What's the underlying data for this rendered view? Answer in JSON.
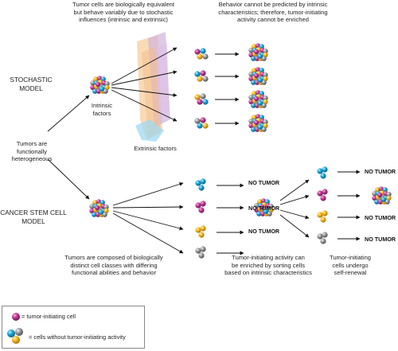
{
  "captions": {
    "top_left": [
      "Tumor cells are biologically equivalent",
      "but behave variably due to stochastic",
      "influences (intrinsic and extrinsic)"
    ],
    "top_right": [
      "Behavior cannot be predicted by intrinsic",
      "characteristics; therefore, tumor-initiating",
      "activity cannot be enriched"
    ],
    "stochastic_model": [
      "STOCHASTIC",
      "MODEL"
    ],
    "intrinsic_factors": [
      "Intrinsic",
      "factors"
    ],
    "extrinsic_factors": "Extrinsic factors",
    "tumors_heterogeneous": [
      "Tumors are",
      "functionally",
      "heterogeneous"
    ],
    "csc_model": [
      "CANCER STEM CELL",
      "MODEL"
    ],
    "bottom_left": [
      "Tumors are composed of biologically",
      "distinct cell classes with differing",
      "functional abilities and behavior"
    ],
    "bottom_middle": [
      "Tumor-initiating activity can",
      "be enriched by sorting cells",
      "based on intrinsic characteristics"
    ],
    "bottom_right": [
      "Tumor-initiating",
      "cells undergo",
      "self-renewal"
    ]
  },
  "labels": {
    "no_tumor": "NO TUMOR"
  },
  "legend": {
    "tumor_initiating": "= tumor-initiating cell",
    "non_initiating": "= cells without tumor-initiating activity"
  },
  "colors": {
    "magenta": "#b4308c",
    "blue": "#1aa6d6",
    "yellow": "#f3b81d",
    "gray": "#9a9a9a",
    "extrinsic_orange": "#f6c68c",
    "extrinsic_purple": "#c9a6d6",
    "extrinsic_blue": "#8fd3ef"
  }
}
